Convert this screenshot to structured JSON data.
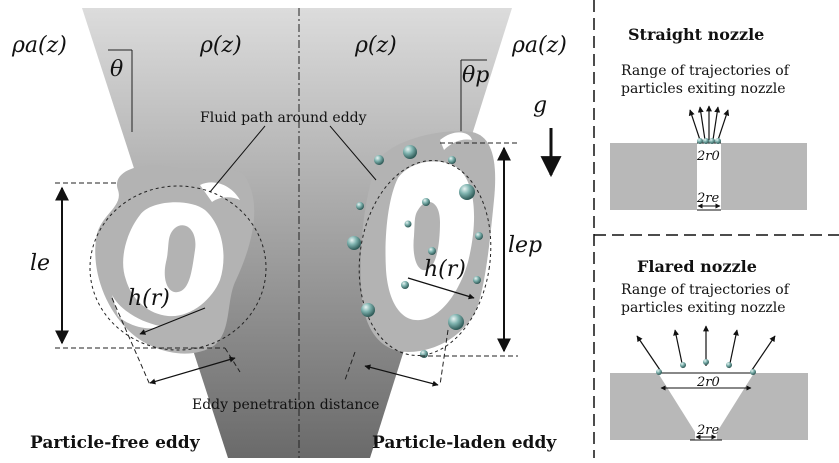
{
  "figure": {
    "labels": {
      "rho_a_left": "ρa(z)",
      "rho_left": "ρ(z)",
      "rho_right": "ρ(z)",
      "rho_a_right": "ρa(z)",
      "theta": "θ",
      "theta_p": "θp",
      "g": "g",
      "fluid_path": "Fluid path around eddy",
      "l_e": "le",
      "l_ep": "lep",
      "h_left": "h(r)",
      "h_right": "h(r)",
      "eddy_penetration": "Eddy penetration distance",
      "particle_free": "Particle-free eddy",
      "particle_laden": "Particle-laden eddy"
    },
    "straight_nozzle": {
      "title": "Straight nozzle",
      "caption_line1": "Range of trajectories of",
      "caption_line2": "particles exiting nozzle",
      "r0_label": "2r0",
      "re_label": "2re"
    },
    "flared_nozzle": {
      "title": "Flared nozzle",
      "caption_line1": "Range of trajectories of",
      "caption_line2": "particles exiting nozzle",
      "r0_label": "2r0",
      "re_label": "2re"
    },
    "colors": {
      "plume_top": "#d9d9d9",
      "plume_bottom": "#6e6e6e",
      "eddy": "#b0b0b0",
      "nozzle": "#b8b8b8",
      "particle": "#6fa8a4"
    }
  }
}
